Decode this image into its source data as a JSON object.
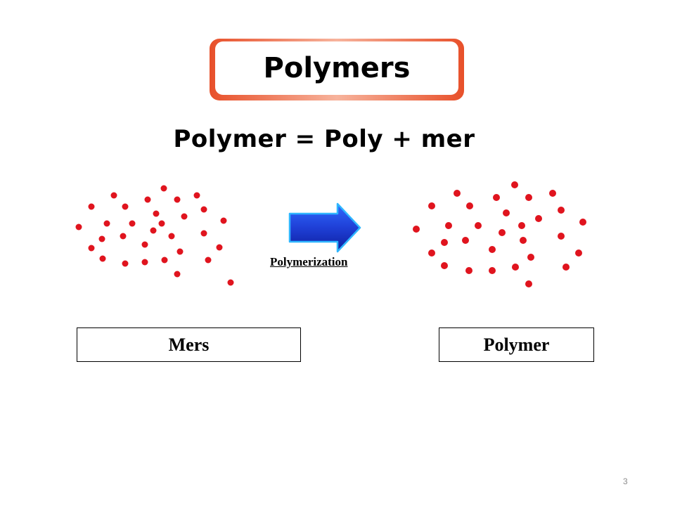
{
  "slide": {
    "title": "Polymers",
    "formula": "Polymer = Poly + mer",
    "process_label": "Polymerization",
    "left_label": "Mers",
    "right_label": "Polymer",
    "page_number": "3"
  },
  "colors": {
    "dot": "#e0141e",
    "arrow_fill": "#1f3fd6",
    "arrow_highlight": "#2fb6ff",
    "title_border": "#e8502a"
  },
  "icons": {
    "arrow": "right-arrow-icon"
  }
}
